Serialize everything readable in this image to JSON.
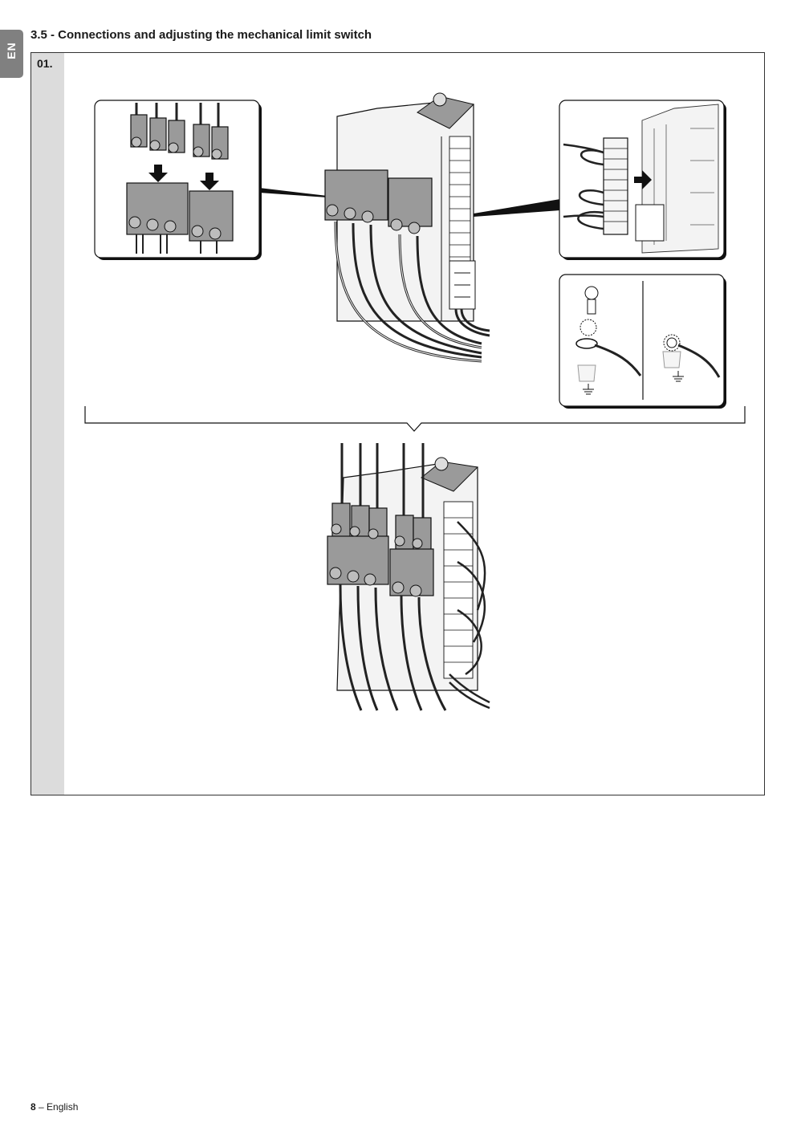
{
  "language_tab": "EN",
  "section": {
    "title": "3.5 - Connections and adjusting the mechanical limit switch"
  },
  "step": {
    "number": "01."
  },
  "footer": {
    "page_number": "8",
    "separator": " – ",
    "language": "English"
  },
  "colors": {
    "tab_background": "#808080",
    "step_strip": "#dcdcdc",
    "connector_fill": "#9a9a9a",
    "line": "#1a1a1a"
  }
}
